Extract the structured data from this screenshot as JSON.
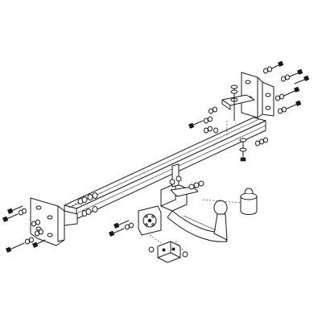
{
  "diagram": {
    "background": "#ffffff",
    "line_color": "#1a1a1a",
    "components": [
      "crossbar",
      "left-mounting-bracket",
      "right-mounting-bracket",
      "center-mounting-plate",
      "tow-ball-neck",
      "tow-ball-cover",
      "socket-plate",
      "electrical-socket",
      "bolt-sets"
    ]
  }
}
